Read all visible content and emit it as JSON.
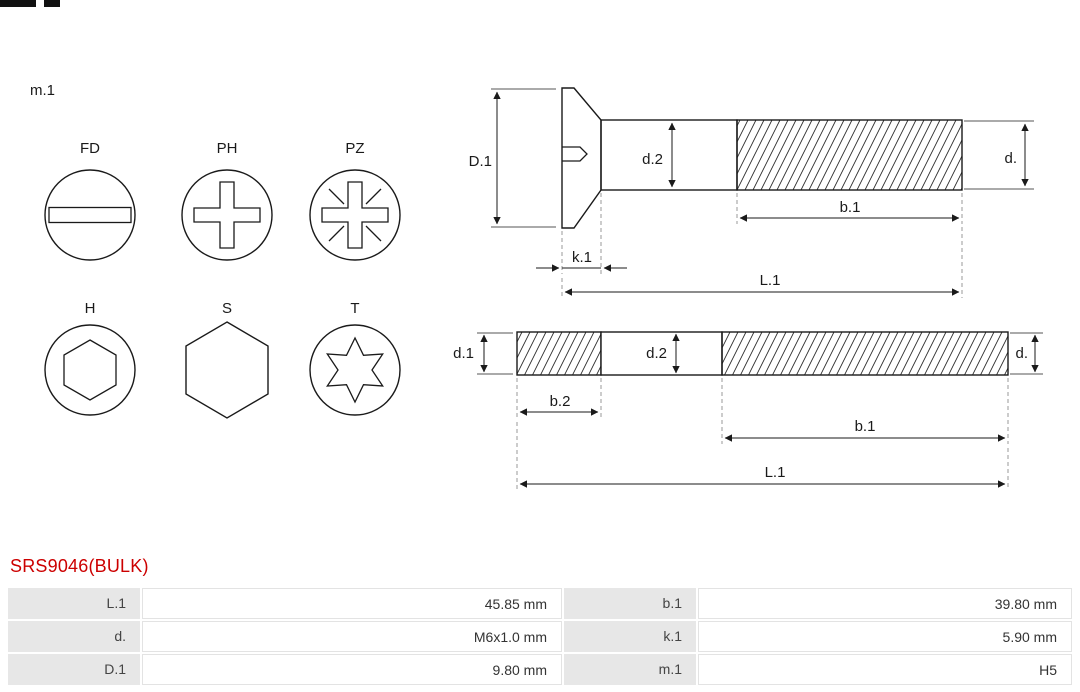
{
  "part_number": "SRS9046(BULK)",
  "diagram": {
    "m1_label": "m.1",
    "drive_types": {
      "fd": "FD",
      "ph": "PH",
      "pz": "PZ",
      "h": "H",
      "s": "S",
      "t": "T"
    },
    "countersunk_screw": {
      "D1": "D.1",
      "d2": "d.2",
      "d": "d.",
      "b1": "b.1",
      "k1": "k.1",
      "L1": "L.1"
    },
    "stud": {
      "d1": "d.1",
      "d2": "d.2",
      "d": "d.",
      "b2": "b.2",
      "b1": "b.1",
      "L1": "L.1"
    }
  },
  "colors": {
    "part_number": "#cc0000",
    "line": "#1a1a1a",
    "table_label_bg": "#e7e7e7",
    "table_border": "#e3e3e3"
  },
  "spec_table": {
    "rows": [
      {
        "c0_label": "L.1",
        "c0_value": "45.85 mm",
        "c1_label": "b.1",
        "c1_value": "39.80 mm"
      },
      {
        "c0_label": "d.",
        "c0_value": "M6x1.0 mm",
        "c1_label": "k.1",
        "c1_value": "5.90 mm"
      },
      {
        "c0_label": "D.1",
        "c0_value": "9.80 mm",
        "c1_label": "m.1",
        "c1_value": "H5"
      }
    ]
  }
}
